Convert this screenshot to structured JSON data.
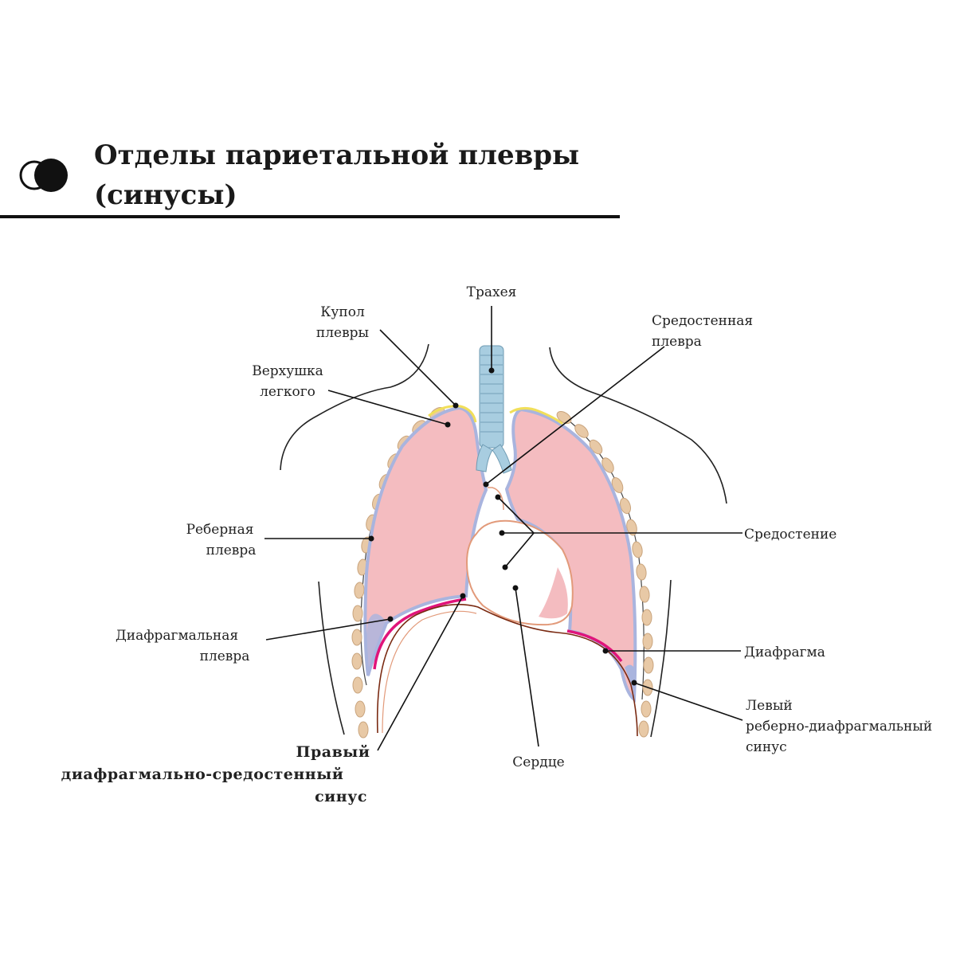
{
  "title": {
    "line1": "Отделы париетальной плевры",
    "line2": "(синусы)"
  },
  "labels": {
    "trachea": "Трахея",
    "dome": [
      "Купол",
      "плевры"
    ],
    "apex": [
      "Верхушка",
      "легкого"
    ],
    "mediastinal_pleura": [
      "Средостенная",
      "плевра"
    ],
    "costal_pleura": [
      "Реберная",
      "плевра"
    ],
    "mediastinum": "Средостение",
    "diaphragmatic_pleura": [
      "Диафрагмальная",
      "плевра"
    ],
    "diaphragm": "Диафрагма",
    "left_sinus": [
      "Левый",
      "реберно-диафрагмальный",
      "синус"
    ],
    "heart": "Сердце",
    "right_sinus": [
      "Правый",
      "диафрагмально-средостенный",
      "синус"
    ]
  },
  "colors": {
    "lung": "#f4bcc0",
    "pleura_pink": "#e0147a",
    "pleura_blue": "#a9b4de",
    "apex_yellow": "#f1df5a",
    "rib": "#e8c9a6",
    "trachea": "#a8cde0",
    "diaphragm": "#7a2a12"
  }
}
